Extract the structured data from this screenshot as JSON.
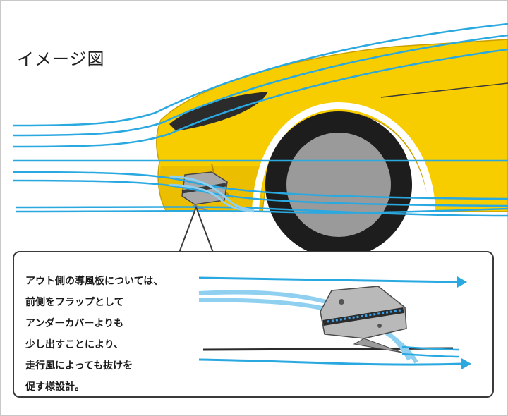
{
  "title": "イメージ図",
  "callout": {
    "lines": [
      "アウト側の導風板については、",
      "前側をフラップとして",
      "アンダーカバーよりも",
      "少し出すことにより、",
      "走行風によっても抜けを",
      "促す様設計。"
    ]
  },
  "colors": {
    "car_body": "#f8cd00",
    "car_shadow": "#d9a400",
    "airflow": "#2aa8e0",
    "airflow_light": "#8fd0f0",
    "tire": "#1d1d1d",
    "wheel": "#9a9a9a",
    "outline": "#3a3a3a"
  }
}
